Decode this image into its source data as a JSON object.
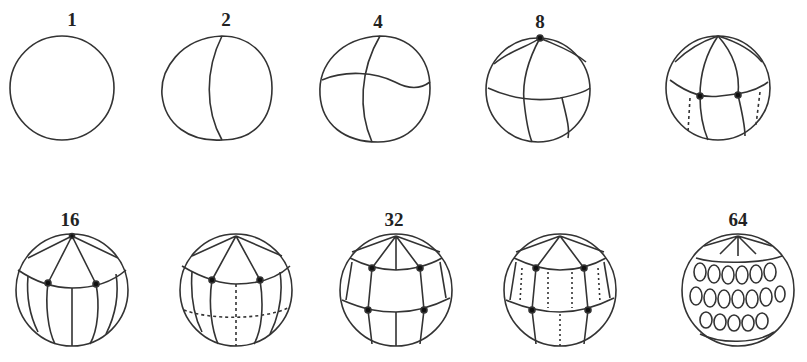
{
  "diagram": {
    "labels": [
      "1",
      "2",
      "4",
      "8",
      "16",
      "32",
      "64"
    ]
  }
}
